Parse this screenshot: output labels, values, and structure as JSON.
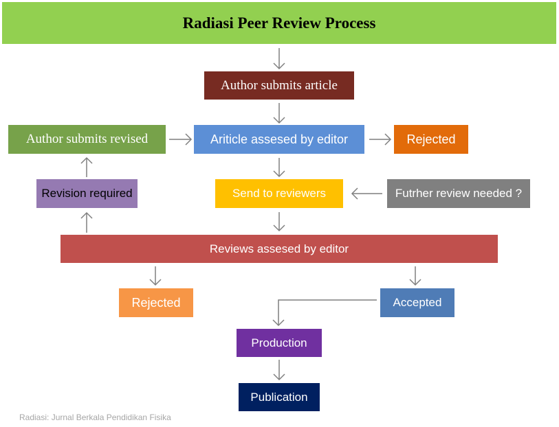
{
  "title": "Radiasi Peer Review Process",
  "nodes": {
    "author_submits": "Author submits article",
    "author_submits_revised": "Author submits revised",
    "article_assessed": "Ariticle assesed by editor",
    "rejected_top": "Rejected",
    "revision_required": "Revision required",
    "send_to_reviewers": "Send to reviewers",
    "further_review": "Futrher review needed ?",
    "reviews_assessed": "Reviews assesed by editor",
    "rejected_bottom": "Rejected",
    "accepted": "Accepted",
    "production": "Production",
    "publication": "Publication"
  },
  "footer": "Radiasi: Jurnal Berkala Pendidikan Fisika",
  "colors": {
    "title_bg": "#92d050",
    "author_submits": "#772b22",
    "author_submits_revised": "#77a24a",
    "article_assessed": "#5c8fd6",
    "rejected_top": "#e26b0a",
    "revision_required": "#957ab2",
    "send_to_reviewers": "#ffc000",
    "further_review": "#808080",
    "reviews_assessed": "#c0504d",
    "rejected_bottom": "#f79646",
    "accepted": "#4f7cb6",
    "production": "#7030a0",
    "publication": "#002060",
    "arrow": "#7f7f7f"
  }
}
